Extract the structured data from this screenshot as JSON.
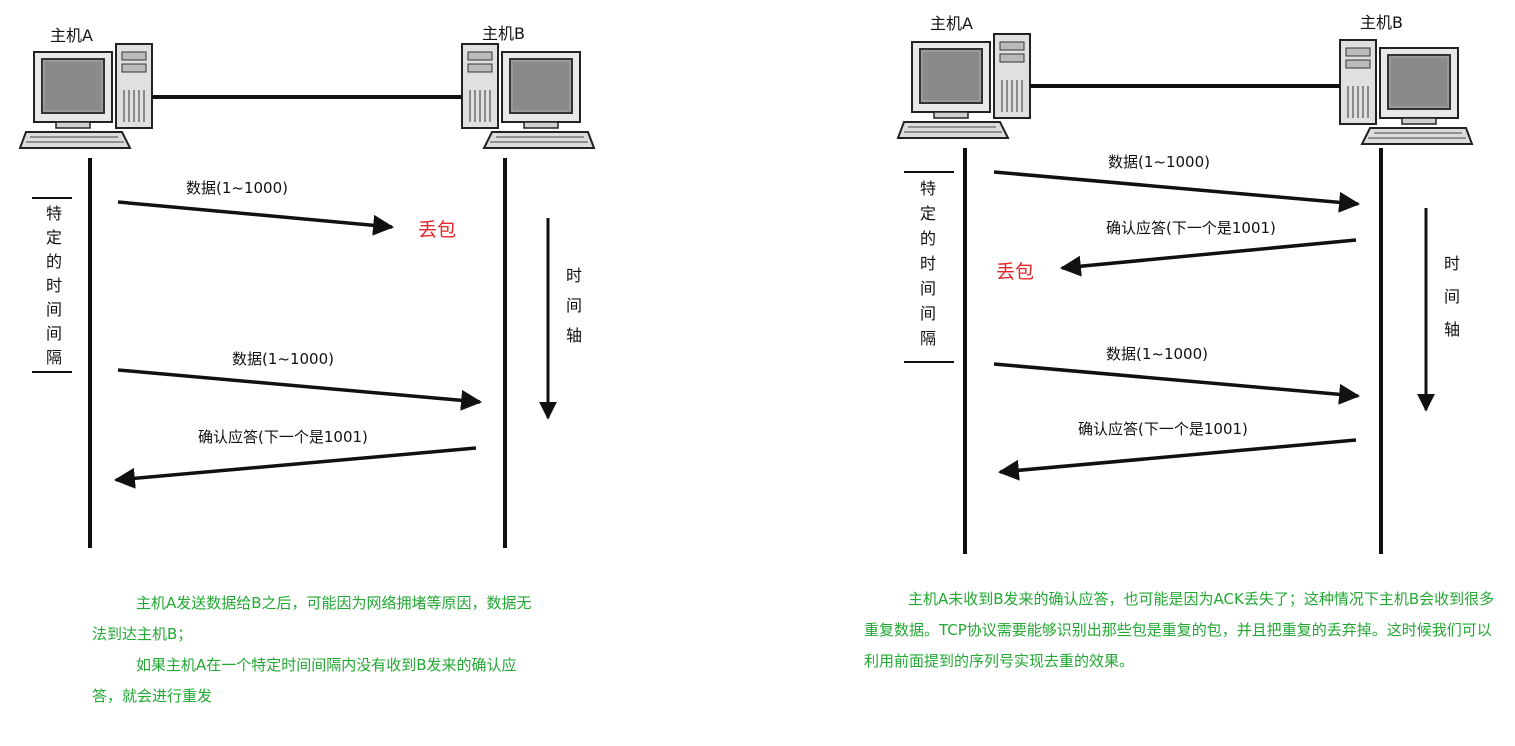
{
  "left": {
    "host_a": "主机A",
    "host_b": "主机B",
    "interval_label": [
      "特",
      "定",
      "的",
      "时",
      "间",
      "间",
      "隔"
    ],
    "timeline_label": [
      "时",
      "间",
      "轴"
    ],
    "msg1": "数据(1~1000)",
    "loss": "丢包",
    "msg2": "数据(1~1000)",
    "msg3": "确认应答(下一个是1001)",
    "caption": [
      "主机A发送数据给B之后，可能因为网络拥堵等原因，数据无法到达主机B；",
      "如果主机A在一个特定时间间隔内没有收到B发来的确认应答，就会进行重发"
    ]
  },
  "right": {
    "host_a": "主机A",
    "host_b": "主机B",
    "interval_label": [
      "特",
      "定",
      "的",
      "时",
      "间",
      "间",
      "隔"
    ],
    "timeline_label": [
      "时",
      "间",
      "轴"
    ],
    "msg1": "数据(1~1000)",
    "msg2": "确认应答(下一个是1001)",
    "loss": "丢包",
    "msg3": "数据(1~1000)",
    "msg4": "确认应答(下一个是1001)",
    "caption": [
      "主机A未收到B发来的确认应答，也可能是因为ACK丢失了；这种情况下主机B会收到很多重复数据。TCP协议需要能够识别出那些包是重复的包，并且把重复的丢弃掉。这时候我们可以利用前面提到的序列号实现去重的效果。"
    ]
  },
  "colors": {
    "loss": "#e8252b",
    "caption": "#22a833",
    "line": "#111111"
  },
  "icons": [
    "desktop-computer-icon"
  ]
}
